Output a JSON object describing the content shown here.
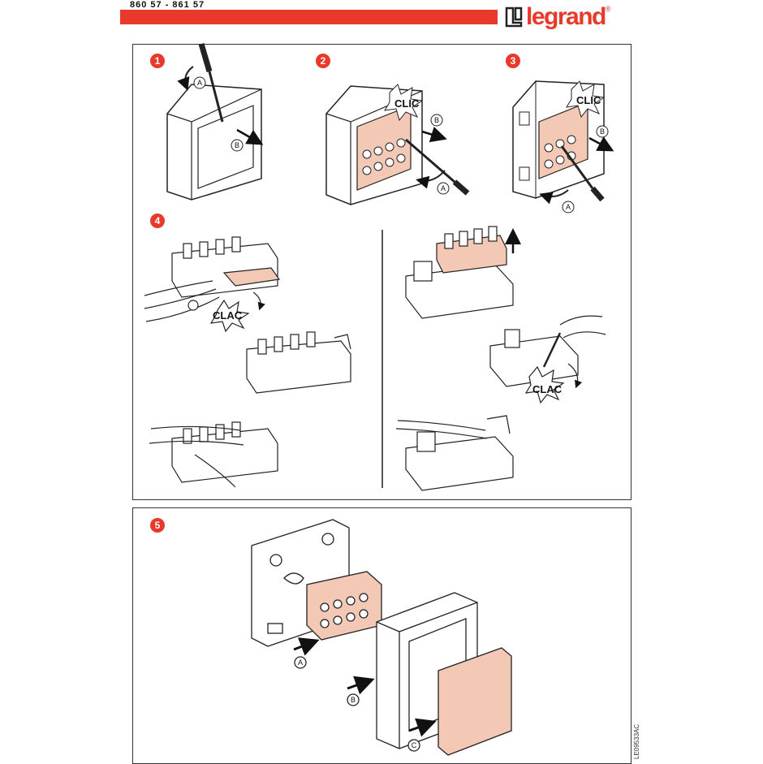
{
  "header": {
    "references": "860 57 - 861 57",
    "brand": "legrand",
    "brand_mark": "®",
    "accent_color": "#e8392b",
    "skin_color": "#f3c9b6"
  },
  "steps": {
    "s1": "1",
    "s2": "2",
    "s3": "3",
    "s4": "4",
    "s5": "5"
  },
  "callouts": {
    "clic": "CLIC",
    "clac": "CLAC"
  },
  "letters": {
    "a": "A",
    "b": "B",
    "c": "C"
  },
  "doc_code": "LE09533AC"
}
